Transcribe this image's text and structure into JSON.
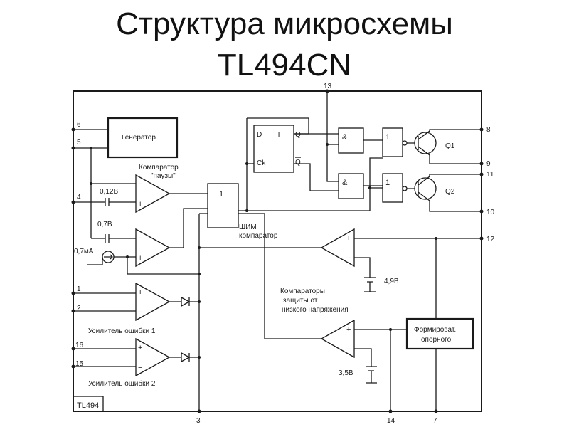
{
  "title": {
    "line1": "Структура микросхемы",
    "line2": "TL494CN"
  },
  "chip_label": "TL494",
  "pins": {
    "p1": "1",
    "p2": "2",
    "p3": "3",
    "p4": "4",
    "p5": "5",
    "p6": "6",
    "p7": "7",
    "p8": "8",
    "p9": "9",
    "p10": "10",
    "p11": "11",
    "p12": "12",
    "p13": "13",
    "p14": "14",
    "p15": "15",
    "p16": "16"
  },
  "blocks": {
    "generator": "Генератор",
    "pause_comp_1": "Компаратор",
    "pause_comp_2": "\"паузы\"",
    "pwm_comp_1": "ШИМ",
    "pwm_comp_2": "компаратор",
    "or_gate": "1",
    "and_gate": "&",
    "inv_gate": "1",
    "flipflop": {
      "d": "D",
      "t": "T",
      "ck": "Ck",
      "q": "Q",
      "qbar": "Q"
    },
    "uvlo_1": "Компараторы",
    "uvlo_2": "защиты от",
    "uvlo_3": "низкого напряжения",
    "ref_1": "Формироват.",
    "ref_2": "опорного",
    "err_amp_1": "Усилитель ошибки 1",
    "err_amp_2": "Усилитель ошибки 2",
    "q1": "Q1",
    "q2": "Q2"
  },
  "values": {
    "v012": "0,12В",
    "v07": "0,7В",
    "i07": "0,7мА",
    "v49": "4,9В",
    "v35": "3,5В"
  },
  "signs": {
    "plus": "+",
    "minus": "−"
  }
}
